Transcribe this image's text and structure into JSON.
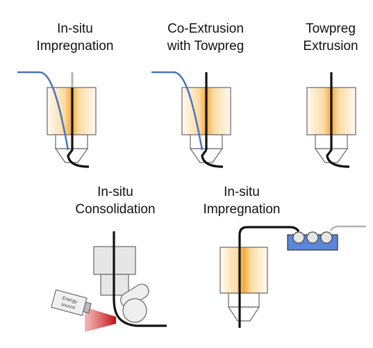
{
  "panels": [
    {
      "id": "insitu-impregnation-1",
      "title_line1": "In-situ",
      "title_line2": "Impregnation"
    },
    {
      "id": "co-extrusion",
      "title_line1": "Co-Extrusion",
      "title_line2": "with Towpreg"
    },
    {
      "id": "towpreg-extrusion",
      "title_line1": "Towpreg",
      "title_line2": "Extrusion"
    },
    {
      "id": "insitu-consolidation",
      "title_line1": "In-situ",
      "title_line2": "Consolidation"
    },
    {
      "id": "insitu-impregnation-2",
      "title_line1": "In-situ",
      "title_line2": "Impregnation"
    }
  ],
  "energy_source": {
    "line1": "Energy",
    "line2": "source"
  },
  "colors": {
    "fiber_blue": "#4a74c0",
    "fiber_gray": "#b3b3b3",
    "filament_black": "#111111",
    "heat_orange": "#f4a93a",
    "laser_red": "#d11f1f",
    "bath_blue": "#5b86d9",
    "outline_gray": "#666666"
  }
}
